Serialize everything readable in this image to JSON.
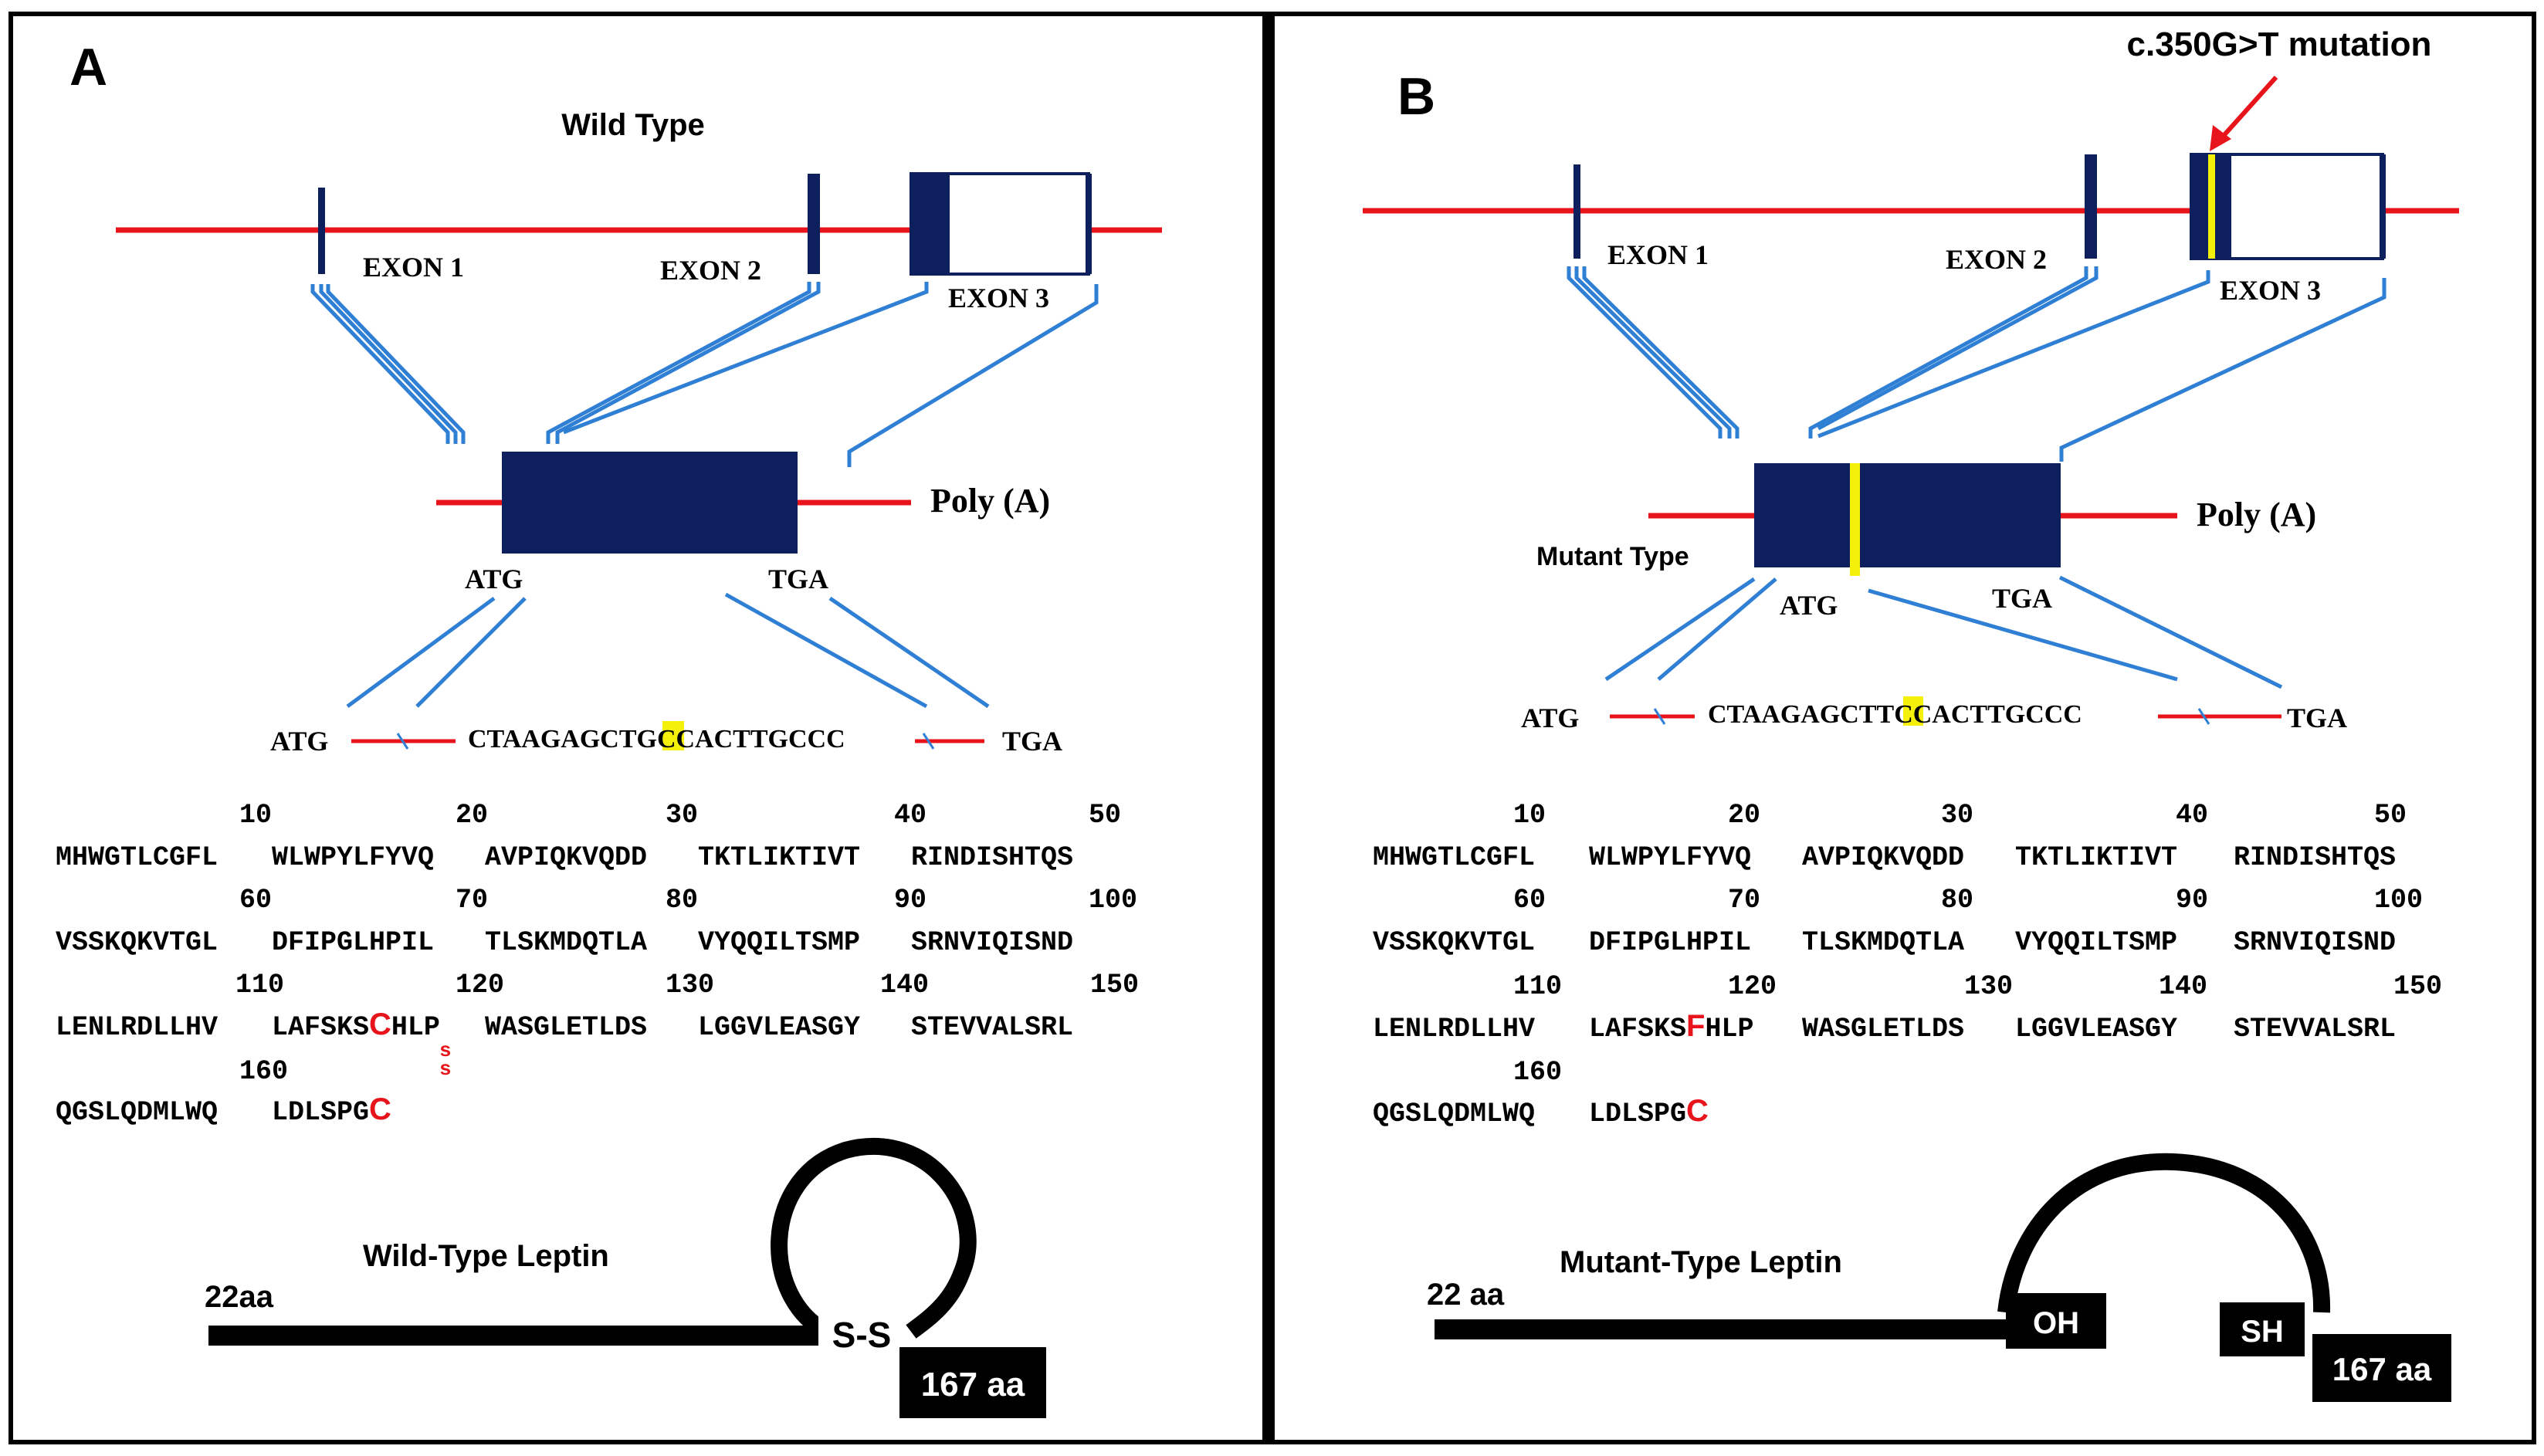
{
  "colors": {
    "intron_line": "#e8141c",
    "exon_fill": "#0d1f5c",
    "connector": "#2f7fd4",
    "highlight": "#f4f00a",
    "panel_border": "#000000",
    "mutation_arrow": "#e8141c",
    "cysteine_red": "#e8141c"
  },
  "panel_a": {
    "letter": "A",
    "title": "Wild Type",
    "exons": [
      "EXON 1",
      "EXON 2",
      "EXON 3"
    ],
    "poly_a": "Poly (A)",
    "atg": "ATG",
    "tga": "TGA",
    "seq_atg": "ATG",
    "seq_tga": "TGA",
    "seq_left": "CTAAGAGCT",
    "seq_base": "G",
    "seq_right": "CCACTTGCCC",
    "ruler_1": [
      "10",
      "20",
      "30",
      "40",
      "50"
    ],
    "line_1": [
      "MHWGTLCGFL",
      "WLWPYLFYVQ",
      "AVPIQKVQDD",
      "TKTLIKTIVT",
      "RINDISHTQS"
    ],
    "ruler_2": [
      "60",
      "70",
      "80",
      "90",
      "100"
    ],
    "line_2": [
      "VSSKQKVTGL",
      "DFIPGLHPIL",
      "TLSKMDQTLA",
      "VYQQILTSMP",
      "SRNVIQISND"
    ],
    "ruler_3": [
      "110",
      "120",
      "130",
      "140",
      "150"
    ],
    "line_3_a": "LENLRDLLHV",
    "line_3_b_prefix": "LAFSKS",
    "line_3_b_residue": "C",
    "line_3_b_suffix": "HLP",
    "line_3_rest": [
      "WASGLETLDS",
      "LGGVLEASGY",
      "STEVVALSRL"
    ],
    "disulfide_marks": [
      "s",
      "s"
    ],
    "ruler_4": [
      "160"
    ],
    "line_4_a": "QGSLQDMLWQ",
    "line_4_b_prefix": "LDLSPG",
    "line_4_b_residue": "C",
    "protein_label": "Wild-Type Leptin",
    "aa_start": "22aa",
    "bond_label": "S-S",
    "aa_end": "167 aa"
  },
  "panel_b": {
    "letter": "B",
    "mutation_label": "c.350G>T mutation",
    "exons": [
      "EXON 1",
      "EXON 2",
      "EXON 3"
    ],
    "poly_a": "Poly (A)",
    "mutant_type": "Mutant Type",
    "atg": "ATG",
    "tga": "TGA",
    "seq_atg": "ATG",
    "seq_tga": "TGA",
    "seq_left": "CTAAGAGCT",
    "seq_base": "T",
    "seq_right": "CCACTTGCCC",
    "ruler_1": [
      "10",
      "20",
      "30",
      "40",
      "50"
    ],
    "line_1": [
      "MHWGTLCGFL",
      "WLWPYLFYVQ",
      "AVPIQKVQDD",
      "TKTLIKTIVT",
      "RINDISHTQS"
    ],
    "ruler_2": [
      "60",
      "70",
      "80",
      "90",
      "100"
    ],
    "line_2": [
      "VSSKQKVTGL",
      "DFIPGLHPIL",
      "TLSKMDQTLA",
      "VYQQILTSMP",
      "SRNVIQISND"
    ],
    "ruler_3": [
      "110",
      "120",
      "130",
      "140",
      "150"
    ],
    "line_3_a": "LENLRDLLHV",
    "line_3_b_prefix": "LAFSKS",
    "line_3_b_residue": "F",
    "line_3_b_suffix": "HLP",
    "line_3_rest": [
      "WASGLETLDS",
      "LGGVLEASGY",
      "STEVVALSRL"
    ],
    "ruler_4": [
      "160"
    ],
    "line_4_a": "QGSLQDMLWQ",
    "line_4_b_prefix": "LDLSPG",
    "line_4_b_residue": "C",
    "protein_label": "Mutant-Type Leptin",
    "aa_start": "22 aa",
    "oh_label": "OH",
    "sh_label": "SH",
    "aa_end": "167 aa"
  }
}
